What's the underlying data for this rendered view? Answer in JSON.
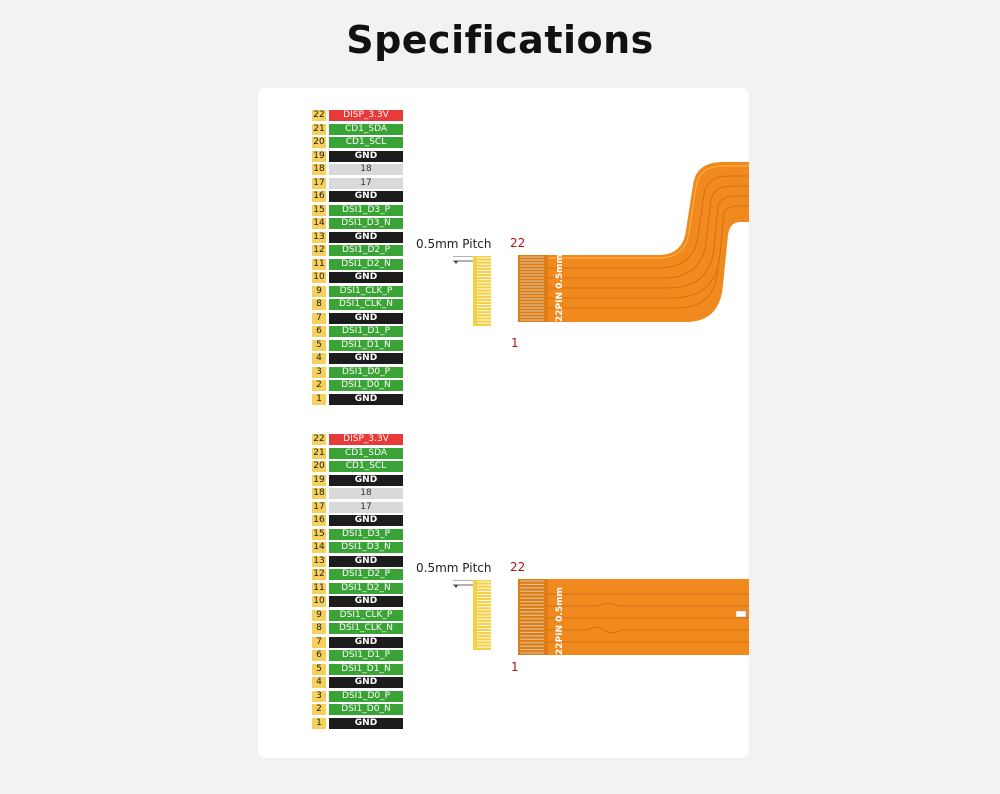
{
  "title": "Specifications",
  "colors": {
    "power": "#e83a3a",
    "signal": "#3aa335",
    "ground": "#1c1c1c",
    "unused": "#d9d9d9",
    "pin_number": "#f5d05a",
    "cable": "#f08a1e",
    "pin_marker_text": "#b01515"
  },
  "diagrams": [
    {
      "id": "top",
      "pitch_label": "0.5mm Pitch",
      "pin_first_label": "22",
      "pin_last_label": "1",
      "cable_text": "22PIN 0.5mm",
      "cable_shape": "s-bend",
      "pins": [
        {
          "num": "22",
          "signal": "DISP_3.3V",
          "type": "power"
        },
        {
          "num": "21",
          "signal": "CD1_SDA",
          "type": "green"
        },
        {
          "num": "20",
          "signal": "CD1_SCL",
          "type": "green"
        },
        {
          "num": "19",
          "signal": "GND",
          "type": "gnd"
        },
        {
          "num": "18",
          "signal": "18",
          "type": "nc"
        },
        {
          "num": "17",
          "signal": "17",
          "type": "nc"
        },
        {
          "num": "16",
          "signal": "GND",
          "type": "gnd"
        },
        {
          "num": "15",
          "signal": "DSI1_D3_P",
          "type": "green"
        },
        {
          "num": "14",
          "signal": "DSI1_D3_N",
          "type": "green"
        },
        {
          "num": "13",
          "signal": "GND",
          "type": "gnd"
        },
        {
          "num": "12",
          "signal": "DSI1_D2_P",
          "type": "green"
        },
        {
          "num": "11",
          "signal": "DSI1_D2_N",
          "type": "green"
        },
        {
          "num": "10",
          "signal": "GND",
          "type": "gnd"
        },
        {
          "num": "9",
          "signal": "DSI1_CLK_P",
          "type": "green"
        },
        {
          "num": "8",
          "signal": "DSI1_CLK_N",
          "type": "green"
        },
        {
          "num": "7",
          "signal": "GND",
          "type": "gnd"
        },
        {
          "num": "6",
          "signal": "DSI1_D1_P",
          "type": "green"
        },
        {
          "num": "5",
          "signal": "DSI1_D1_N",
          "type": "green"
        },
        {
          "num": "4",
          "signal": "GND",
          "type": "gnd"
        },
        {
          "num": "3",
          "signal": "DSI1_D0_P",
          "type": "green"
        },
        {
          "num": "2",
          "signal": "DSI1_D0_N",
          "type": "green"
        },
        {
          "num": "1",
          "signal": "GND",
          "type": "gnd"
        }
      ]
    },
    {
      "id": "bottom",
      "pitch_label": "0.5mm Pitch",
      "pin_first_label": "22",
      "pin_last_label": "1",
      "cable_text": "22PIN 0.5mm",
      "cable_shape": "straight",
      "pins": [
        {
          "num": "22",
          "signal": "DISP_3.3V",
          "type": "power"
        },
        {
          "num": "21",
          "signal": "CD1_SDA",
          "type": "green"
        },
        {
          "num": "20",
          "signal": "CD1_SCL",
          "type": "green"
        },
        {
          "num": "19",
          "signal": "GND",
          "type": "gnd"
        },
        {
          "num": "18",
          "signal": "18",
          "type": "nc"
        },
        {
          "num": "17",
          "signal": "17",
          "type": "nc"
        },
        {
          "num": "16",
          "signal": "GND",
          "type": "gnd"
        },
        {
          "num": "15",
          "signal": "DSI1_D3_P",
          "type": "green"
        },
        {
          "num": "14",
          "signal": "DSI1_D3_N",
          "type": "green"
        },
        {
          "num": "13",
          "signal": "GND",
          "type": "gnd"
        },
        {
          "num": "12",
          "signal": "DSI1_D2_P",
          "type": "green"
        },
        {
          "num": "11",
          "signal": "DSI1_D2_N",
          "type": "green"
        },
        {
          "num": "10",
          "signal": "GND",
          "type": "gnd"
        },
        {
          "num": "9",
          "signal": "DSI1_CLK_P",
          "type": "green"
        },
        {
          "num": "8",
          "signal": "DSI1_CLK_N",
          "type": "green"
        },
        {
          "num": "7",
          "signal": "GND",
          "type": "gnd"
        },
        {
          "num": "6",
          "signal": "DSI1_D1_P",
          "type": "green"
        },
        {
          "num": "5",
          "signal": "DSI1_D1_N",
          "type": "green"
        },
        {
          "num": "4",
          "signal": "GND",
          "type": "gnd"
        },
        {
          "num": "3",
          "signal": "DSI1_D0_P",
          "type": "green"
        },
        {
          "num": "2",
          "signal": "DSI1_D0_N",
          "type": "green"
        },
        {
          "num": "1",
          "signal": "GND",
          "type": "gnd"
        }
      ]
    }
  ]
}
